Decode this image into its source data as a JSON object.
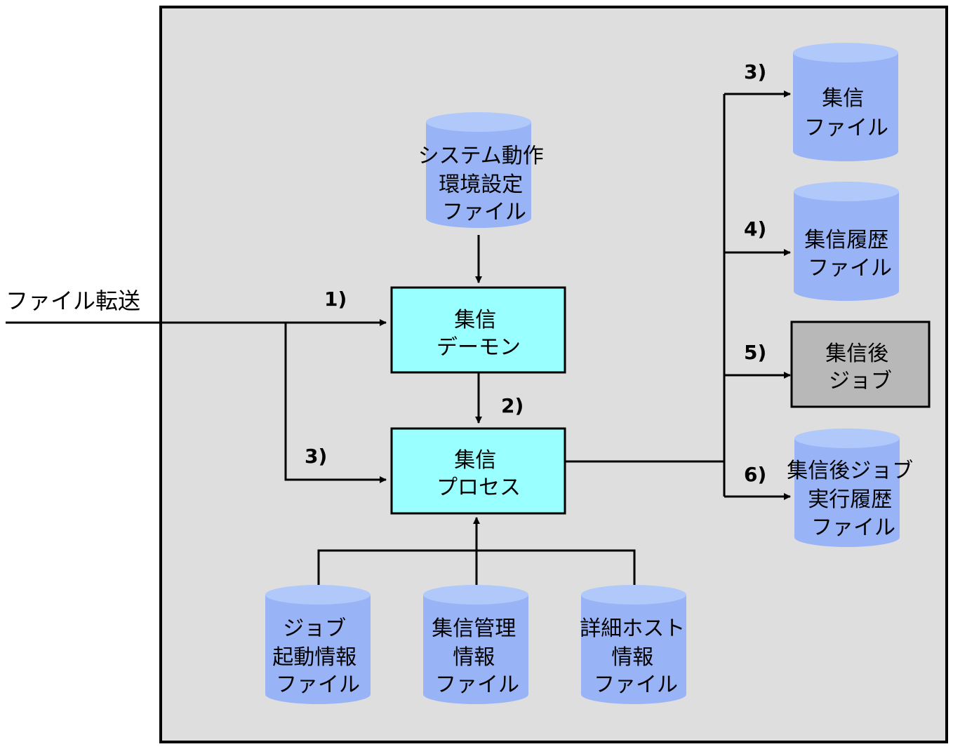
{
  "colors": {
    "panel": "#dedede",
    "cylinder": "#98b4f6",
    "cylinder_top": "#b0c8fa",
    "process_box": "#99ffff",
    "job_box": "#b8b8b8",
    "line": "#000000"
  },
  "input": {
    "label": "ファイル転送"
  },
  "steps": {
    "s1": "1)",
    "s2": "2)",
    "s3_in": "3)",
    "s3_out": "3)",
    "s4": "4)",
    "s5": "5)",
    "s6": "6)"
  },
  "nodes": {
    "env_file": {
      "lines": [
        "システム動作",
        "環境設定",
        "ファイル"
      ]
    },
    "daemon": {
      "lines": [
        "集信",
        "デーモン"
      ]
    },
    "process": {
      "lines": [
        "集信",
        "プロセス"
      ]
    },
    "recv_file": {
      "lines": [
        "集信",
        "ファイル"
      ]
    },
    "history_file": {
      "lines": [
        "集信履歴",
        "ファイル"
      ]
    },
    "post_job": {
      "lines": [
        "集信後",
        "ジョブ"
      ]
    },
    "post_job_history": {
      "lines": [
        "集信後ジョブ",
        "実行履歴",
        "ファイル"
      ]
    },
    "job_start_file": {
      "lines": [
        "ジョブ",
        "起動情報",
        "ファイル"
      ]
    },
    "mgmt_file": {
      "lines": [
        "集信管理",
        "情報",
        "ファイル"
      ]
    },
    "host_file": {
      "lines": [
        "詳細ホスト",
        "情報",
        "ファイル"
      ]
    }
  }
}
